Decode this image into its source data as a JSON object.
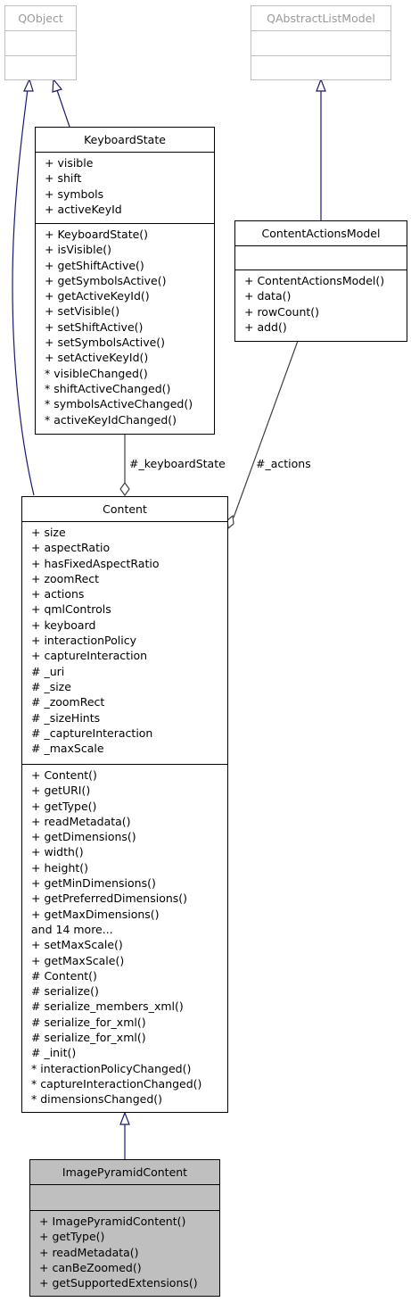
{
  "classes": {
    "qobject": {
      "title": "QObject",
      "attributes": [],
      "methods": []
    },
    "qabstractlistmodel": {
      "title": "QAbstractListModel",
      "attributes": [],
      "methods": []
    },
    "keyboardstate": {
      "title": "KeyboardState",
      "attributes": [
        "+ visible",
        "+ shift",
        "+ symbols",
        "+ activeKeyId"
      ],
      "methods": [
        "+ KeyboardState()",
        "+ isVisible()",
        "+ getShiftActive()",
        "+ getSymbolsActive()",
        "+ getActiveKeyId()",
        "+ setVisible()",
        "+ setShiftActive()",
        "+ setSymbolsActive()",
        "+ setActiveKeyId()",
        "* visibleChanged()",
        "* shiftActiveChanged()",
        "* symbolsActiveChanged()",
        "* activeKeyIdChanged()"
      ]
    },
    "contentactionsmodel": {
      "title": "ContentActionsModel",
      "attributes": [],
      "methods": [
        "+ ContentActionsModel()",
        "+ data()",
        "+ rowCount()",
        "+ add()"
      ]
    },
    "content": {
      "title": "Content",
      "attributes": [
        "+ size",
        "+ aspectRatio",
        "+ hasFixedAspectRatio",
        "+ zoomRect",
        "+ actions",
        "+ qmlControls",
        "+ keyboard",
        "+ interactionPolicy",
        "+ captureInteraction",
        "# _uri",
        "# _size",
        "# _zoomRect",
        "# _sizeHints",
        "# _captureInteraction",
        "# _maxScale"
      ],
      "methods": [
        "+ Content()",
        "+ getURI()",
        "+ getType()",
        "+ readMetadata()",
        "+ getDimensions()",
        "+ width()",
        "+ height()",
        "+ getMinDimensions()",
        "+ getPreferredDimensions()",
        "+ getMaxDimensions()",
        "and 14 more...",
        "+ setMaxScale()",
        "+ getMaxScale()",
        "# Content()",
        "# serialize()",
        "# serialize_members_xml()",
        "# serialize_for_xml()",
        "# serialize_for_xml()",
        "# _init()",
        "* interactionPolicyChanged()",
        "* captureInteractionChanged()",
        "* dimensionsChanged()"
      ]
    },
    "imagepyramidcontent": {
      "title": "ImagePyramidContent",
      "attributes": [],
      "methods": [
        "+ ImagePyramidContent()",
        "+ getType()",
        "+ readMetadata()",
        "+ canBeZoomed()",
        "+ getSupportedExtensions()"
      ]
    }
  },
  "edge_labels": {
    "keyboard_state": "#_keyboardState",
    "actions": "#_actions"
  },
  "colors": {
    "inheritance": "#191970",
    "composition": "#404040",
    "selected_fill": "#bfbfbf",
    "external_border": "#bfbfbf"
  }
}
